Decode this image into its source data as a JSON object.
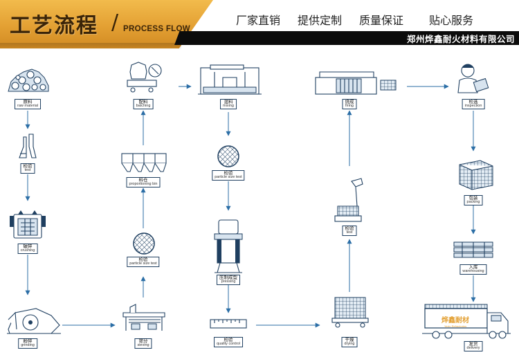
{
  "header": {
    "title": "工艺流程",
    "subtitle": "PROCESS FLOW",
    "slogans": [
      "厂家直销",
      "提供定制",
      "质量保证",
      "贴心服务"
    ],
    "company": "郑州烨鑫耐火材料有限公司"
  },
  "steps": {
    "raw_material": {
      "cn": "原料",
      "en": "raw material"
    },
    "test1": {
      "cn": "检验",
      "en": "test"
    },
    "crushing": {
      "cn": "破碎",
      "en": "crushing"
    },
    "grinding": {
      "cn": "粉碎",
      "en": "grinding"
    },
    "sieving": {
      "cn": "筛分",
      "en": "sieving"
    },
    "particle_test1": {
      "cn": "检验",
      "en": "particle size test"
    },
    "proportioning": {
      "cn": "料仓",
      "en": "proportioning bin"
    },
    "batching": {
      "cn": "配料",
      "en": "batching"
    },
    "mixing": {
      "cn": "混料",
      "en": "mixing"
    },
    "particle_test2": {
      "cn": "检验",
      "en": "particle size test"
    },
    "pressing": {
      "cn": "压制成型",
      "en": "pressing"
    },
    "quality": {
      "cn": "检验",
      "en": "quality control"
    },
    "drying": {
      "cn": "干燥",
      "en": "drying"
    },
    "test2": {
      "cn": "检验",
      "en": "test"
    },
    "firing": {
      "cn": "烧成",
      "en": "firing"
    },
    "inspection": {
      "cn": "检选",
      "en": "inspection"
    },
    "packing": {
      "cn": "包装",
      "en": "packing"
    },
    "warehousing": {
      "cn": "入库",
      "en": "warehousing"
    },
    "delivery": {
      "cn": "发货",
      "en": "delivery"
    }
  },
  "truck_brand": "烨鑫耐材",
  "truck_brand_en": "Yexin Refractories",
  "colors": {
    "accent": "#e3a033",
    "ink": "#1f3f60",
    "arrow": "#2b6ea6",
    "bar": "#0b0b0b"
  }
}
